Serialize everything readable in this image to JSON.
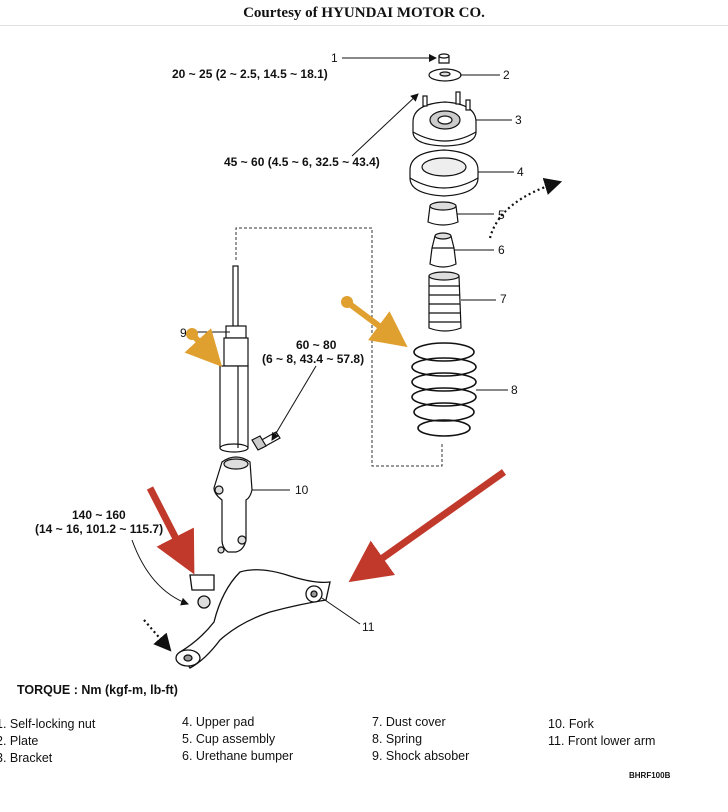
{
  "header": {
    "courtesy": "Courtesy of HYUNDAI MOTOR CO."
  },
  "torques": {
    "t1": "20 ~ 25 (2 ~ 2.5, 14.5 ~ 18.1)",
    "t2": "45 ~ 60 (4.5 ~ 6, 32.5 ~ 43.4)",
    "t3a": "60 ~ 80",
    "t3b": "(6 ~ 8, 43.4 ~ 57.8)",
    "t4a": "140 ~ 160",
    "t4b": "(14 ~ 16, 101.2 ~ 115.7)"
  },
  "callouts": [
    "1",
    "2",
    "3",
    "4",
    "5",
    "6",
    "7",
    "8",
    "9",
    "10",
    "11"
  ],
  "torque_title": "TORQUE : Nm (kgf-m, lb-ft)",
  "legend": {
    "col1": [
      "1. Self-locking nut",
      "2. Plate",
      "3. Bracket"
    ],
    "col2": [
      "4. Upper pad",
      "5. Cup assembly",
      "6. Urethane bumper"
    ],
    "col3": [
      "7. Dust cover",
      "8. Spring",
      "9. Shock absober"
    ],
    "col4": [
      "10. Fork",
      "11. Front lower arm"
    ]
  },
  "figure_code": "BHRF100B",
  "colors": {
    "red_arrow": "#c0392b",
    "orange_arrow": "#e0a030"
  }
}
